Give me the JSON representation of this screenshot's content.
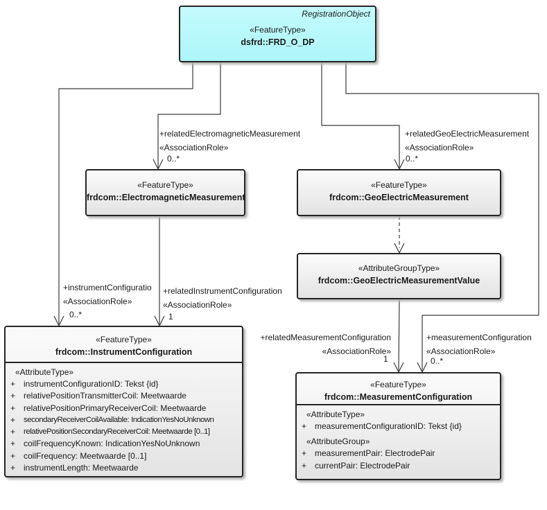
{
  "colors": {
    "highlight_fill": "#b7fafc",
    "node_fill_top": "#fbfbfb",
    "node_fill_bottom": "#e3e3e3",
    "border": "#242424",
    "connector": "#3a3a3a"
  },
  "visibility_symbol": "+",
  "nodes": {
    "frd_o_dp": {
      "annotation": "RegistrationObject",
      "stereotype": "«FeatureType»",
      "name": "dsfrd::FRD_O_DP"
    },
    "electromagnetic_measurement": {
      "stereotype": "«FeatureType»",
      "name": "frdcom::ElectromagneticMeasurement"
    },
    "geoelectric_measurement": {
      "stereotype": "«FeatureType»",
      "name": "frdcom::GeoElectricMeasurement"
    },
    "geoelectric_measurement_value": {
      "stereotype": "«AttributeGroupType»",
      "name": "frdcom::GeoElectricMeasurementValue"
    },
    "instrument_configuration": {
      "stereotype": "«FeatureType»",
      "name": "frdcom::InstrumentConfiguration",
      "attr_section_header": "«AttributeType»",
      "attrs": [
        "instrumentConfigurationID: Tekst {id}",
        "relativePositionTransmitterCoil: Meetwaarde",
        "relativePositionPrimaryReceiverCoil: Meetwaarde",
        "secondaryReceiverCoilAvailable: IndicationYesNoUnknown",
        "relativePositionSecondaryReceiverCoil: Meetwaarde [0..1]",
        "coilFrequencyKnown: IndicationYesNoUnknown",
        "coilFrequency: Meetwaarde [0..1]",
        "instrumentLength: Meetwaarde"
      ]
    },
    "measurement_configuration": {
      "stereotype": "«FeatureType»",
      "name": "frdcom::MeasurementConfiguration",
      "attr_type_header": "«AttributeType»",
      "attr_type_attrs": [
        "measurementConfigurationID: Tekst {id}"
      ],
      "attr_group_header": "«AttributeGroup»",
      "attr_group_attrs": [
        "measurementPair: ElectrodePair",
        "currentPair: ElectrodePair"
      ]
    }
  },
  "edges": [
    {
      "role": "+relatedElectromagneticMeasurement",
      "stereotype": "«AssociationRole»",
      "multiplicity": "0..*"
    },
    {
      "role": "+relatedGeoElectricMeasurement",
      "stereotype": "«AssociationRole»",
      "multiplicity": "0..*"
    },
    {
      "role": "+instrumentConfiguratio",
      "stereotype": "«AssociationRole»",
      "multiplicity": "0..*"
    },
    {
      "role": "+relatedInstrumentConfiguration",
      "stereotype": "«AssociationRole»",
      "multiplicity": "1"
    },
    {
      "role": "+relatedMeasurementConfiguration",
      "stereotype": "«AssociationRole»",
      "multiplicity": "1"
    },
    {
      "role": "+measurementConfiguration",
      "stereotype": "«AssociationRole»",
      "multiplicity": "0..*"
    }
  ]
}
